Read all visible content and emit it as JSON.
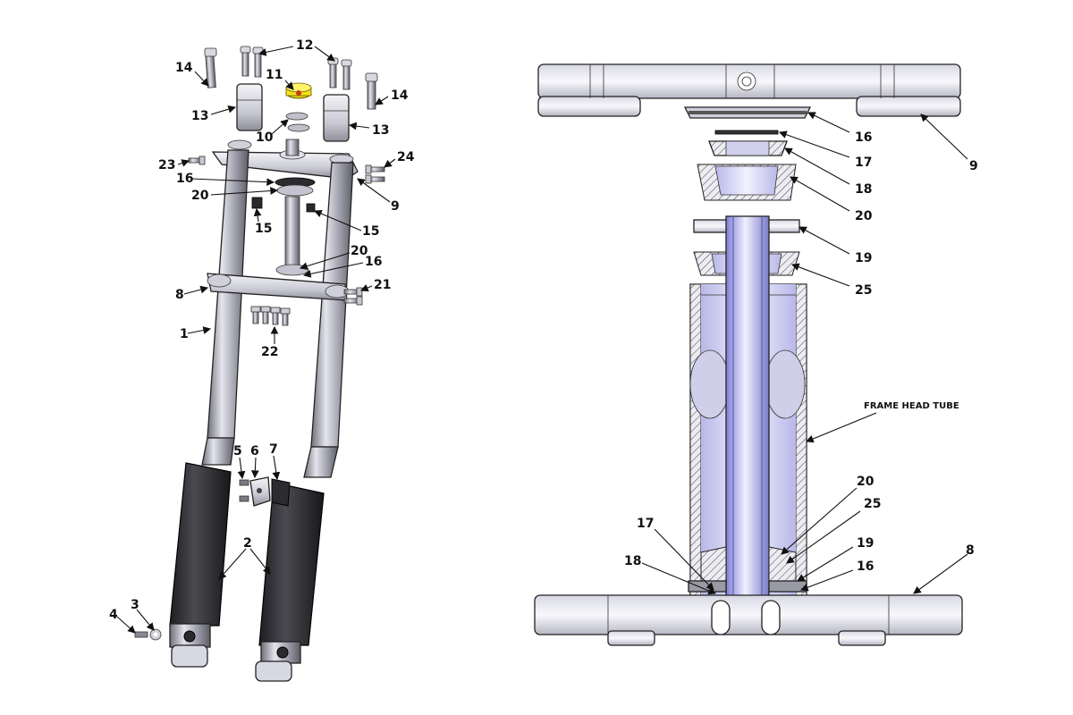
{
  "callouts": {
    "left": [
      {
        "id": "14a",
        "text": "14"
      },
      {
        "id": "12",
        "text": "12"
      },
      {
        "id": "11",
        "text": "11"
      },
      {
        "id": "14b",
        "text": "14"
      },
      {
        "id": "13a",
        "text": "13"
      },
      {
        "id": "10",
        "text": "10"
      },
      {
        "id": "13b",
        "text": "13"
      },
      {
        "id": "23",
        "text": "23"
      },
      {
        "id": "24",
        "text": "24"
      },
      {
        "id": "16a",
        "text": "16"
      },
      {
        "id": "9a",
        "text": "9"
      },
      {
        "id": "20a",
        "text": "20"
      },
      {
        "id": "15a",
        "text": "15"
      },
      {
        "id": "15b",
        "text": "15"
      },
      {
        "id": "20b",
        "text": "20"
      },
      {
        "id": "16b",
        "text": "16"
      },
      {
        "id": "8a",
        "text": "8"
      },
      {
        "id": "21",
        "text": "21"
      },
      {
        "id": "1",
        "text": "1"
      },
      {
        "id": "22",
        "text": "22"
      },
      {
        "id": "5",
        "text": "5"
      },
      {
        "id": "6",
        "text": "6"
      },
      {
        "id": "7",
        "text": "7"
      },
      {
        "id": "2",
        "text": "2"
      },
      {
        "id": "3",
        "text": "3"
      },
      {
        "id": "4",
        "text": "4"
      }
    ],
    "right": [
      {
        "id": "16c",
        "text": "16"
      },
      {
        "id": "9b",
        "text": "9"
      },
      {
        "id": "17a",
        "text": "17"
      },
      {
        "id": "18a",
        "text": "18"
      },
      {
        "id": "20c",
        "text": "20"
      },
      {
        "id": "19a",
        "text": "19"
      },
      {
        "id": "25a",
        "text": "25"
      },
      {
        "id": "frame",
        "text": "FRAME HEAD TUBE"
      },
      {
        "id": "20d",
        "text": "20"
      },
      {
        "id": "25b",
        "text": "25"
      },
      {
        "id": "17b",
        "text": "17"
      },
      {
        "id": "19b",
        "text": "19"
      },
      {
        "id": "18b",
        "text": "18"
      },
      {
        "id": "16d",
        "text": "16"
      },
      {
        "id": "8b",
        "text": "8"
      }
    ]
  },
  "colors": {
    "metal": "#c8c8d2",
    "metal_dark": "#8a8a98",
    "tube": "#9a9aa6",
    "slider": "#3a3a3e",
    "yellow": "#f2e21a",
    "stem": "#a5a5ee"
  }
}
